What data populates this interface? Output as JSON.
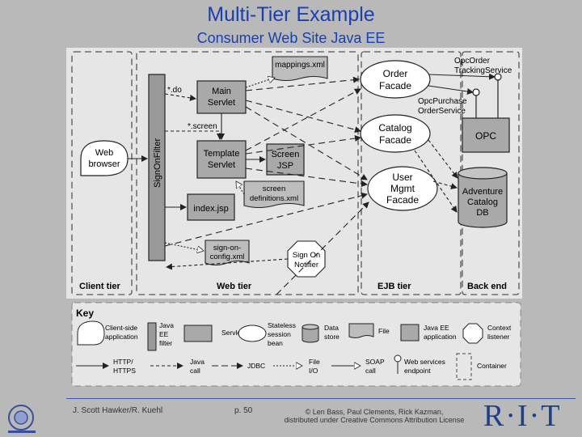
{
  "title": "Multi-Tier Example",
  "subtitle": "Consumer Web Site Java EE",
  "tiers": {
    "client": "Client tier",
    "web": "Web tier",
    "ejb": "EJB tier",
    "backend": "Back end"
  },
  "nodes": {
    "web_browser": [
      "Web",
      "browser"
    ],
    "sign_on_filter": "SignOnFilter",
    "main_servlet": [
      "Main",
      "Servlet"
    ],
    "template_servlet": [
      "Template",
      "Servlet"
    ],
    "screen_jsp": [
      "Screen",
      "JSP"
    ],
    "index_jsp": "index.jsp",
    "mappings_xml": "mappings.xml",
    "screen_definitions": [
      "screen",
      "definitions.xml"
    ],
    "sign_on_config": [
      "sign-on-",
      "config.xml"
    ],
    "sign_on_notifier": [
      "Sign On",
      "Notifier"
    ],
    "order_facade": [
      "Order",
      "Facade"
    ],
    "catalog_facade": [
      "Catalog",
      "Facade"
    ],
    "user_mgmt_facade": [
      "User",
      "Mgmt",
      "Facade"
    ],
    "opc": "OPC",
    "adventure_db": [
      "Adventure",
      "Catalog",
      "DB"
    ],
    "opc_order_tracking": [
      "OpcOrder",
      "TrackingService"
    ],
    "opc_purchase_order": [
      "OpcPurchase",
      "OrderService"
    ]
  },
  "labels": {
    "do": "*.do",
    "screen": "*.screen"
  },
  "key": {
    "title": "Key",
    "items": [
      [
        "Client-side",
        "application"
      ],
      [
        "Java",
        "EE",
        "filter"
      ],
      [
        "Servlet"
      ],
      [
        "Stateless",
        "session",
        "bean"
      ],
      [
        "Data",
        "store"
      ],
      [
        "File"
      ],
      [
        "Java EE",
        "application"
      ],
      [
        "Context",
        "listener"
      ],
      [
        "HTTP/",
        "HTTPS"
      ],
      [
        "Java",
        "call"
      ],
      [
        "JDBC"
      ],
      [
        "File",
        "I/O"
      ],
      [
        "SOAP",
        "call"
      ],
      [
        "Web services",
        "endpoint"
      ],
      [
        "Container"
      ]
    ]
  },
  "footer": {
    "author": "J. Scott Hawker/R. Kuehl",
    "page": "p. 50",
    "copyright_1": "© Len Bass, Paul Clements, Rick Kazman,",
    "copyright_2": "distributed under Creative Commons Attribution License",
    "logo": "R·I·T"
  }
}
